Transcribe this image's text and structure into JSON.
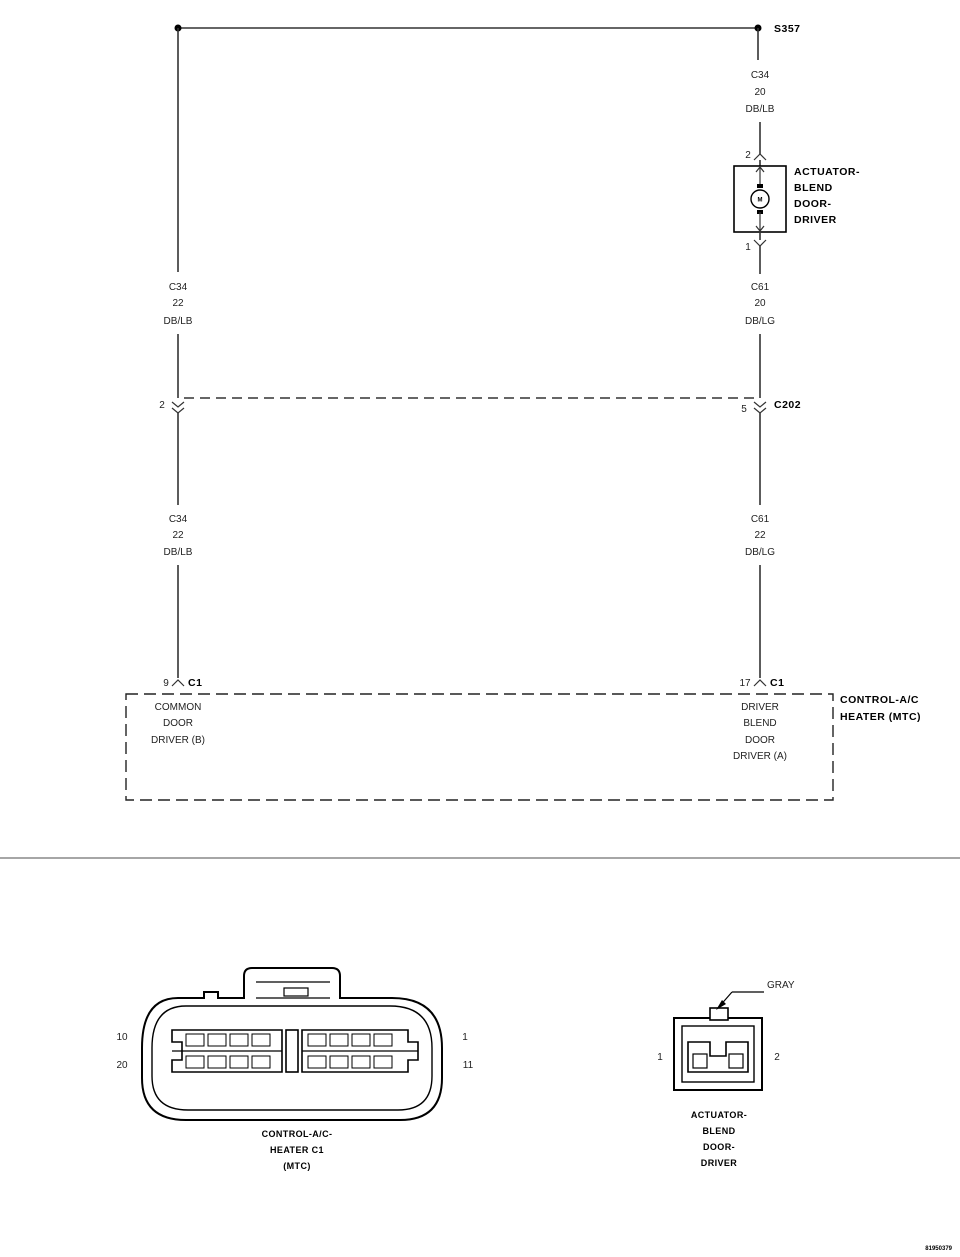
{
  "splice": {
    "label": "S357"
  },
  "wires": {
    "top_right": {
      "circuit": "C34",
      "gauge": "20",
      "color": "DB/LB"
    },
    "upper_left": {
      "circuit": "C34",
      "gauge": "22",
      "color": "DB/LB"
    },
    "upper_right": {
      "circuit": "C61",
      "gauge": "20",
      "color": "DB/LG"
    },
    "lower_left": {
      "circuit": "C34",
      "gauge": "22",
      "color": "DB/LB"
    },
    "lower_right": {
      "circuit": "C61",
      "gauge": "22",
      "color": "DB/LG"
    }
  },
  "actuator": {
    "pin_top": "2",
    "pin_bottom": "1",
    "motor_symbol": "M",
    "label_lines": [
      "ACTUATOR-",
      "BLEND",
      "DOOR-",
      "DRIVER"
    ]
  },
  "connector_c202": {
    "label": "C202",
    "pin_left": "2",
    "pin_right": "5"
  },
  "module": {
    "label_lines": [
      "CONTROL-A/C",
      "HEATER (MTC)"
    ],
    "left_pin": {
      "number": "9",
      "connector": "C1",
      "desc": [
        "COMMON",
        "DOOR",
        "DRIVER (B)"
      ]
    },
    "right_pin": {
      "number": "17",
      "connector": "C1",
      "desc": [
        "DRIVER",
        "BLEND",
        "DOOR",
        "DRIVER (A)"
      ]
    }
  },
  "connector_views": {
    "c1": {
      "pin_labels": {
        "top_left": "10",
        "bottom_left": "20",
        "top_right": "1",
        "bottom_right": "11"
      },
      "caption_lines": [
        "CONTROL-A/C-",
        "HEATER C1",
        "(MTC)"
      ]
    },
    "actuator_conn": {
      "color_label": "GRAY",
      "pin_left": "1",
      "pin_right": "2",
      "caption_lines": [
        "ACTUATOR-",
        "BLEND",
        "DOOR-",
        "DRIVER"
      ]
    }
  },
  "figure_id": "81950379"
}
